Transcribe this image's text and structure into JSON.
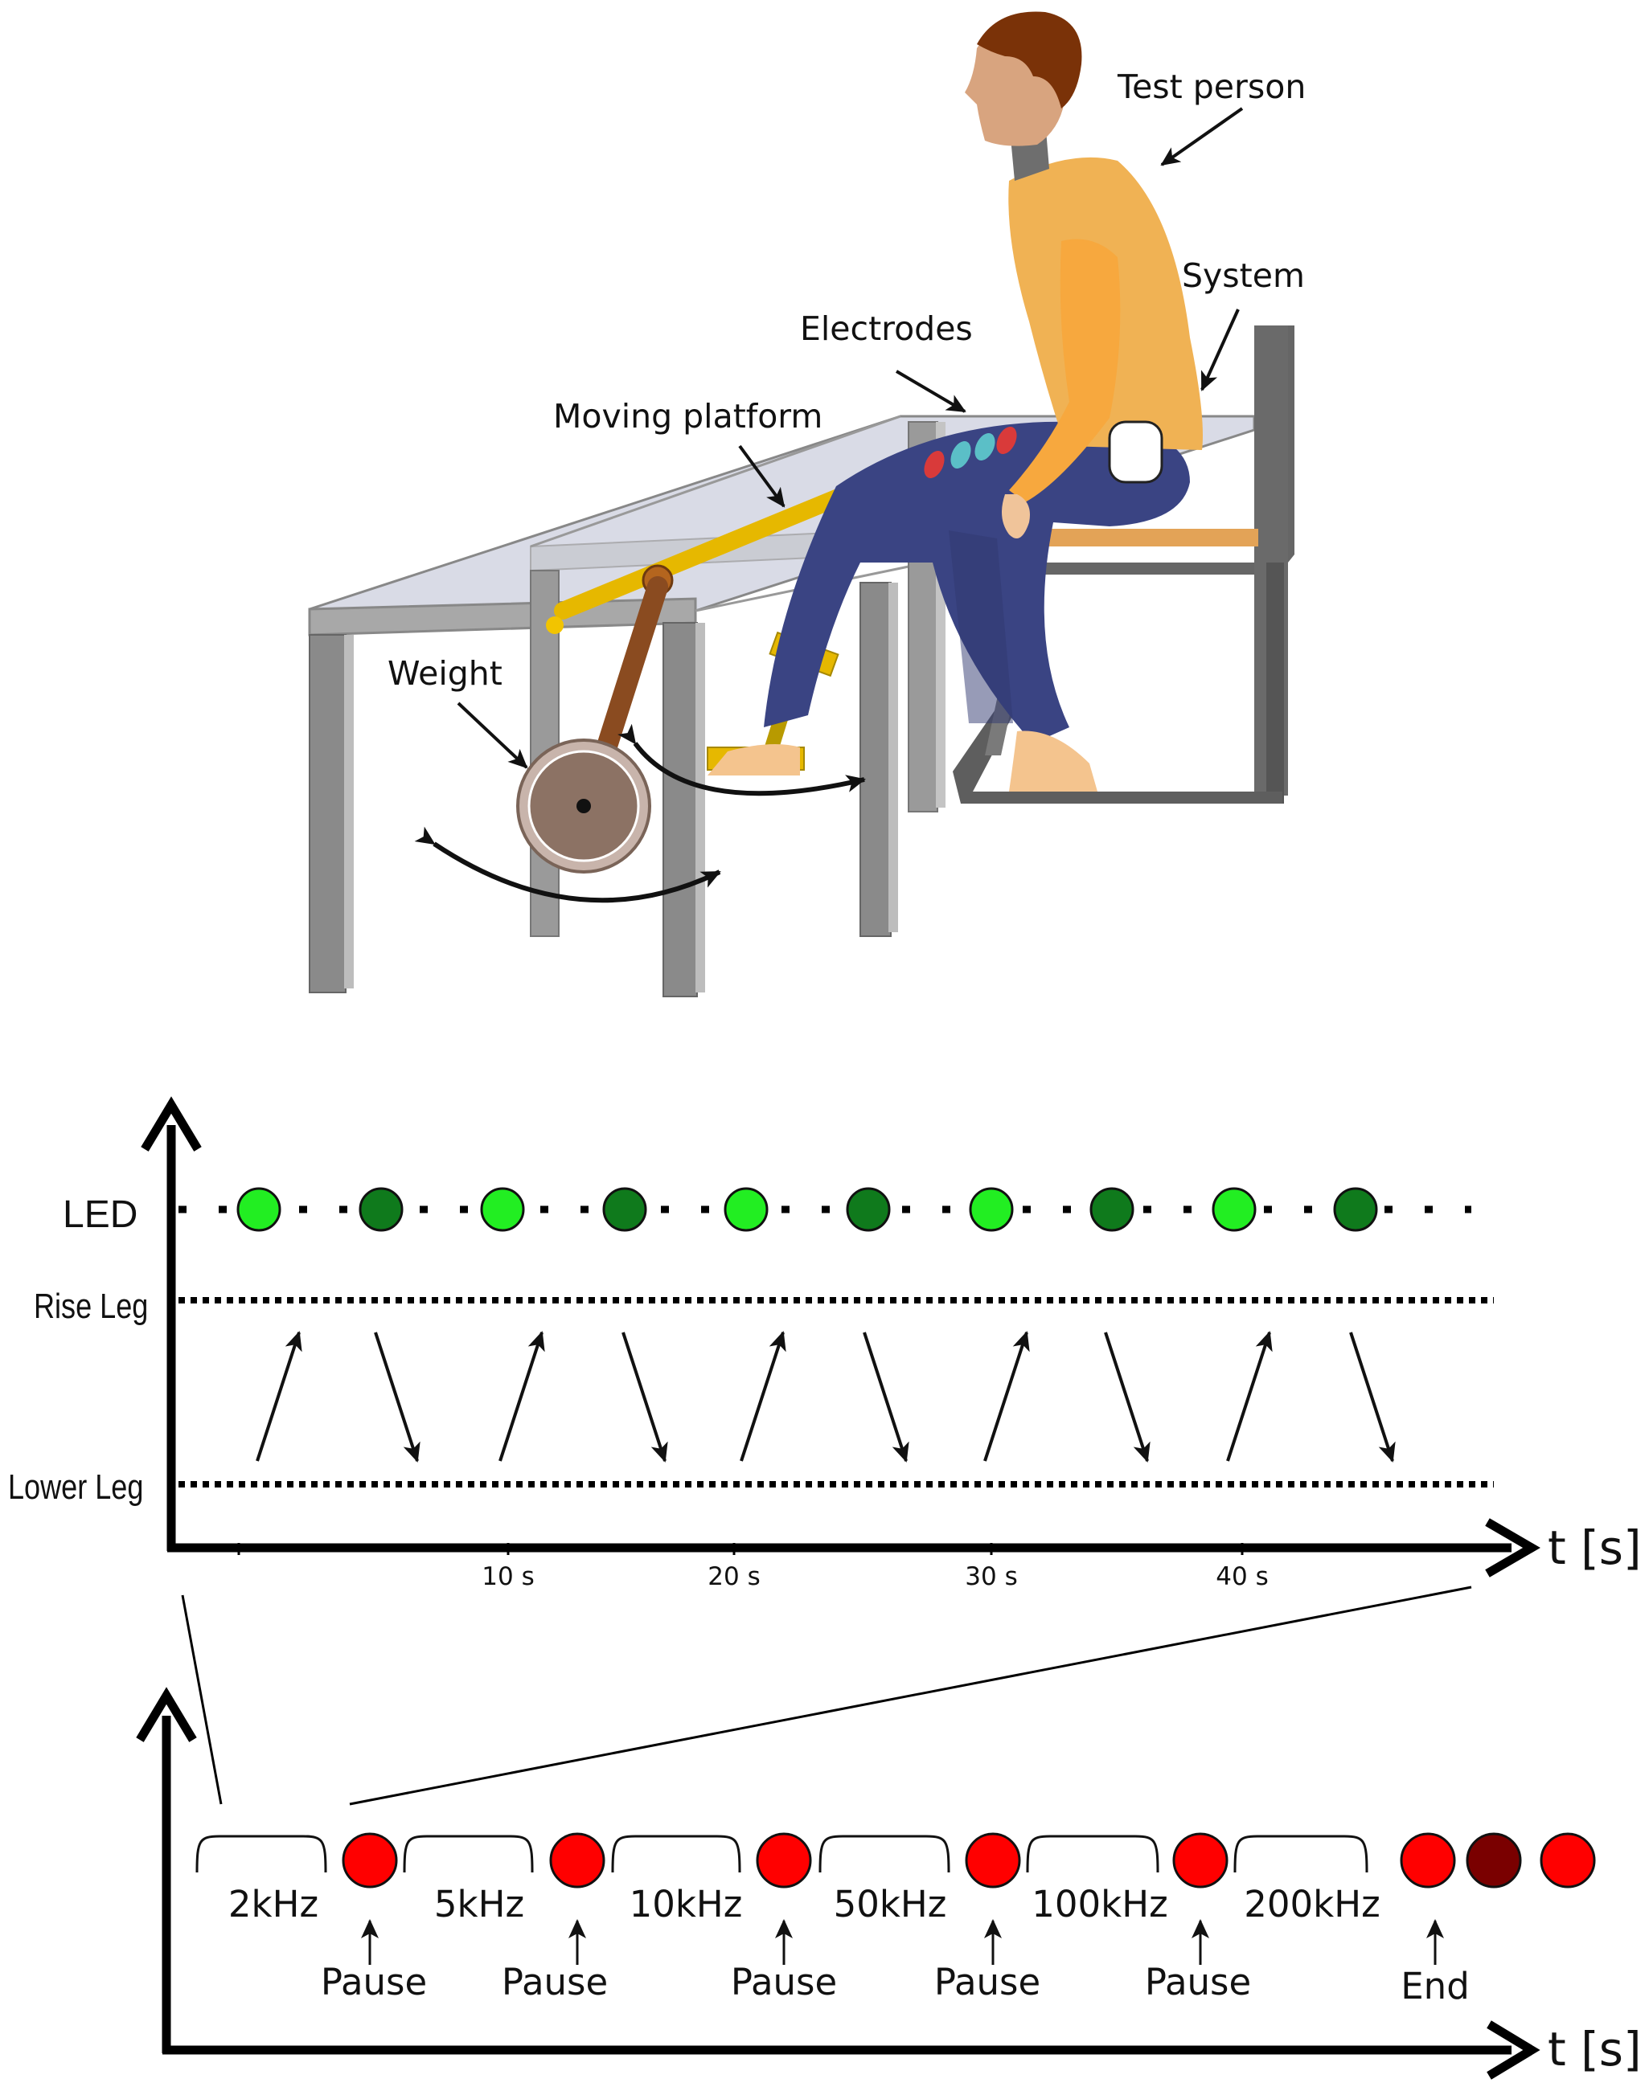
{
  "labels": {
    "test_person": "Test person",
    "system": "System",
    "electrodes": "Electrodes",
    "moving_platform": "Moving platform",
    "weight": "Weight"
  },
  "timeline": {
    "y_labels": {
      "led": "LED",
      "rise": "Rise Leg",
      "lower": "Lower Leg"
    },
    "axis_label": "t [s]",
    "ticks": [
      "10 s",
      "20 s",
      "30 s",
      "40 s"
    ],
    "led_states": [
      "light",
      "dark",
      "light",
      "dark",
      "light",
      "dark",
      "light",
      "dark",
      "light",
      "dark"
    ],
    "movements": [
      "rise",
      "lower",
      "rise",
      "lower",
      "rise",
      "lower",
      "rise",
      "lower",
      "rise",
      "lower"
    ]
  },
  "sequence": {
    "axis_label": "t [s]",
    "frequencies": [
      "2kHz",
      "5kHz",
      "10kHz",
      "50kHz",
      "100kHz",
      "200kHz"
    ],
    "pause_label": "Pause",
    "end_label": "End",
    "end_dot_states": [
      "red",
      "dark-red",
      "red"
    ]
  },
  "colors": {
    "led_light": "#22ee22",
    "led_dark": "#0f7a1c",
    "dot_red": "#ff0000",
    "dot_dark_red": "#7a0000",
    "table_frame": "#7a7a7a",
    "shirt": "#f0b254",
    "pants": "#3a4483",
    "hair": "#7a3208",
    "skin": "#d8a47f",
    "platform": "#e6b800",
    "weight": "#8c7264"
  }
}
